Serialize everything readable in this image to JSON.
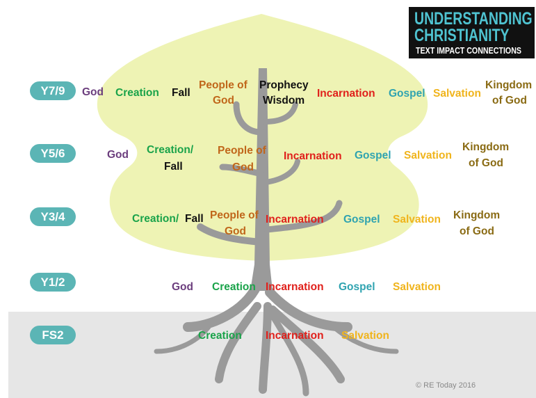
{
  "logo": {
    "line1": "UNDERSTANDING",
    "line2": "CHRISTIANITY",
    "line3": "TEXT IMPACT CONNECTIONS"
  },
  "levels": {
    "y79": "Y7/9",
    "y56": "Y5/6",
    "y34": "Y3/4",
    "y12": "Y1/2",
    "fs2": "FS2"
  },
  "rows": {
    "y79": {
      "god": "God",
      "creation": "Creation",
      "fall": "Fall",
      "people1": "People of",
      "people2": "God",
      "prophecy": "Prophecy",
      "wisdom": "Wisdom",
      "incarnation": "Incarnation",
      "gospel": "Gospel",
      "salvation": "Salvation",
      "kingdom1": "Kingdom",
      "kingdom2": "of God"
    },
    "y56": {
      "god": "God",
      "creation": "Creation/",
      "fall": "Fall",
      "people1": "People of",
      "people2": "God",
      "incarnation": "Incarnation",
      "gospel": "Gospel",
      "salvation": "Salvation",
      "kingdom1": "Kingdom",
      "kingdom2": "of God"
    },
    "y34": {
      "creation": "Creation/",
      "fall": "Fall",
      "people1": "People of",
      "people2": "God",
      "incarnation": "Incarnation",
      "gospel": "Gospel",
      "salvation": "Salvation",
      "kingdom1": "Kingdom",
      "kingdom2": "of God"
    },
    "y12": {
      "god": "God",
      "creation": "Creation",
      "incarnation": "Incarnation",
      "gospel": "Gospel",
      "salvation": "Salvation"
    },
    "fs2": {
      "creation": "Creation",
      "incarnation": "Incarnation",
      "salvation": "Salvation"
    }
  },
  "copyright": "© RE Today 2016",
  "colors": {
    "god": "#6b3d7d",
    "creation": "#1aa34a",
    "fall": "#111111",
    "people": "#c0661a",
    "prophecy": "#111111",
    "incarnation": "#e0201b",
    "gospel": "#2fa3b0",
    "salvation": "#f0b41c",
    "kingdom": "#8a6b14",
    "pill": "#5bb5b5",
    "canopy": "#eef3b4",
    "trunk": "#9a9a9a",
    "ground": "#e6e6e6",
    "logo_teal": "#4fc3d1",
    "logo_white": "#ffffff"
  }
}
